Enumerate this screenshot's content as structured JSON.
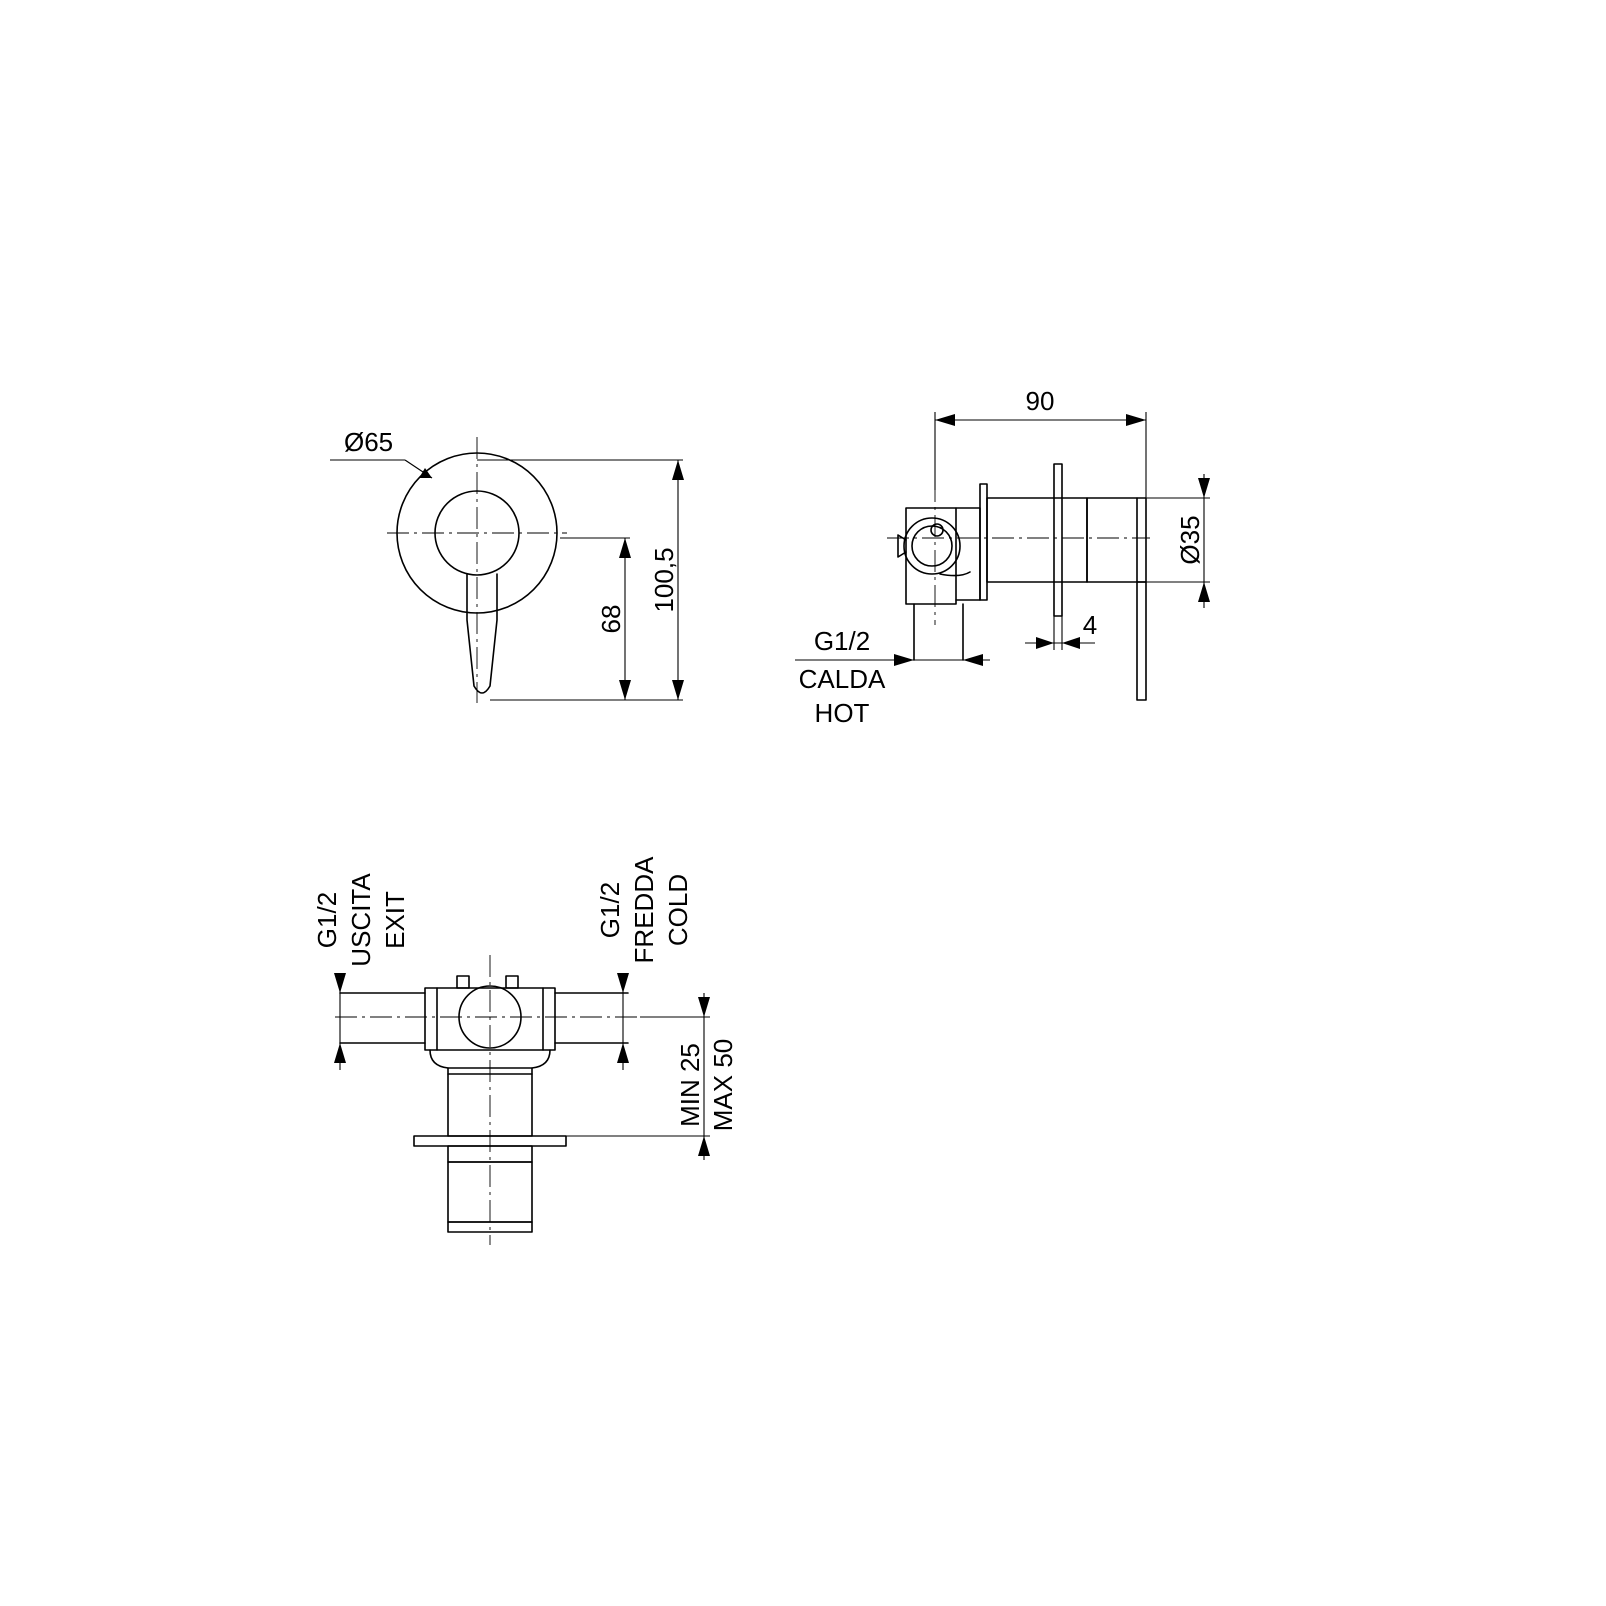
{
  "front_view": {
    "diameter": "Ø65",
    "height_total": "100,5",
    "height_lever": "68"
  },
  "side_view": {
    "depth": "90",
    "diameter": "Ø35",
    "plate_thickness": "4",
    "inlet_hot": {
      "thread": "G1/2",
      "it": "CALDA",
      "en": "HOT"
    }
  },
  "top_view": {
    "outlet": {
      "thread": "G1/2",
      "it": "USCITA",
      "en": "EXIT"
    },
    "inlet_cold": {
      "thread": "G1/2",
      "it": "FREDDA",
      "en": "COLD"
    },
    "wall_depth": {
      "min": "MIN 25",
      "max": "MAX 50"
    }
  }
}
